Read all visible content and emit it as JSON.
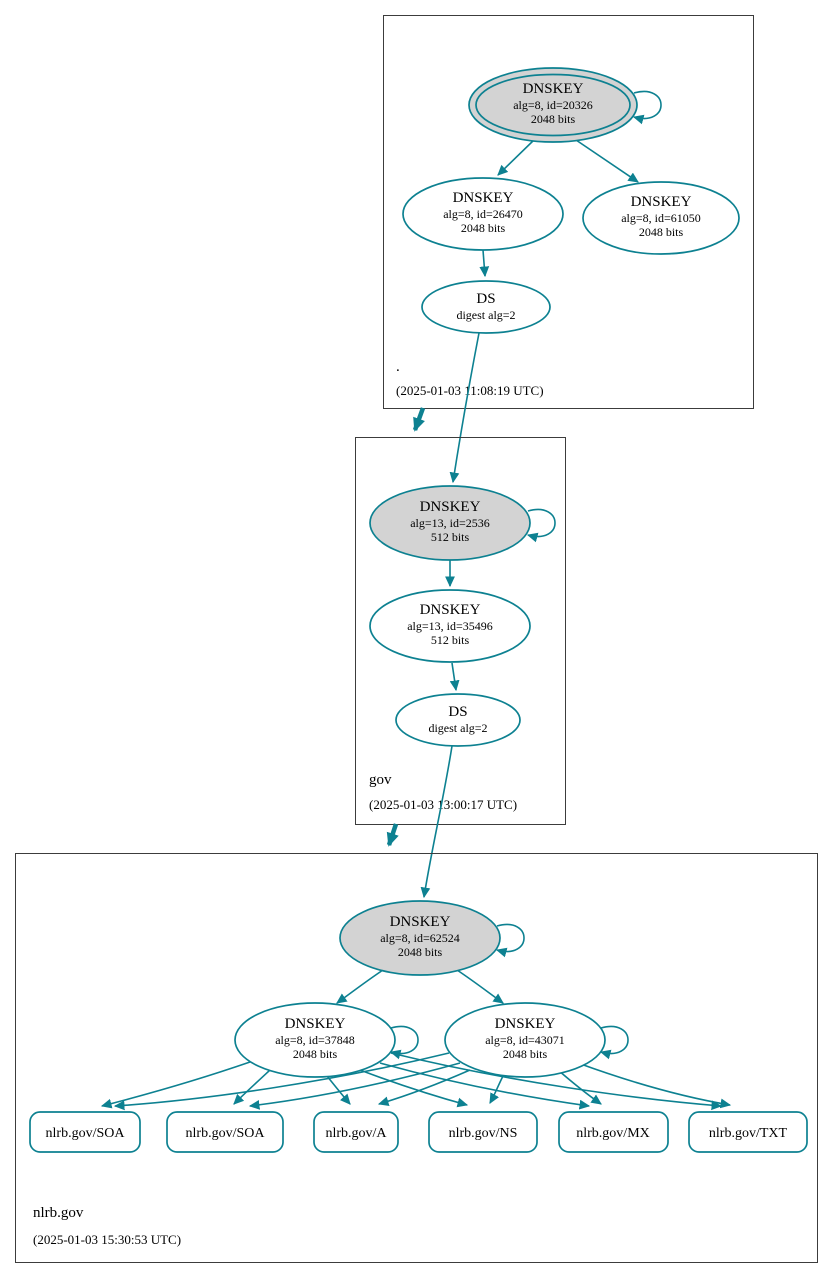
{
  "colors": {
    "edge": "#0d8191",
    "sep_fill": "#d3d3d3",
    "cluster_border": "#3c3c3c",
    "text": "#000000",
    "background": "#ffffff"
  },
  "zones": [
    {
      "label": ".",
      "timestamp": "(2025-01-03 11:08:19 UTC)",
      "nodes": {
        "ksk": {
          "title": "DNSKEY",
          "detail": "alg=8, id=20326",
          "bits": "2048 bits"
        },
        "zsk1": {
          "title": "DNSKEY",
          "detail": "alg=8, id=26470",
          "bits": "2048 bits"
        },
        "zsk2": {
          "title": "DNSKEY",
          "detail": "alg=8, id=61050",
          "bits": "2048 bits"
        },
        "ds": {
          "title": "DS",
          "detail": "digest alg=2"
        }
      }
    },
    {
      "label": "gov",
      "timestamp": "(2025-01-03 13:00:17 UTC)",
      "nodes": {
        "ksk": {
          "title": "DNSKEY",
          "detail": "alg=13, id=2536",
          "bits": "512 bits"
        },
        "zsk": {
          "title": "DNSKEY",
          "detail": "alg=13, id=35496",
          "bits": "512 bits"
        },
        "ds": {
          "title": "DS",
          "detail": "digest alg=2"
        }
      }
    },
    {
      "label": "nlrb.gov",
      "timestamp": "(2025-01-03 15:30:53 UTC)",
      "nodes": {
        "ksk": {
          "title": "DNSKEY",
          "detail": "alg=8, id=62524",
          "bits": "2048 bits"
        },
        "zsk1": {
          "title": "DNSKEY",
          "detail": "alg=8, id=37848",
          "bits": "2048 bits"
        },
        "zsk2": {
          "title": "DNSKEY",
          "detail": "alg=8, id=43071",
          "bits": "2048 bits"
        },
        "rrsets": [
          {
            "label": "nlrb.gov/SOA"
          },
          {
            "label": "nlrb.gov/SOA"
          },
          {
            "label": "nlrb.gov/A"
          },
          {
            "label": "nlrb.gov/NS"
          },
          {
            "label": "nlrb.gov/MX"
          },
          {
            "label": "nlrb.gov/TXT"
          }
        ]
      }
    }
  ]
}
